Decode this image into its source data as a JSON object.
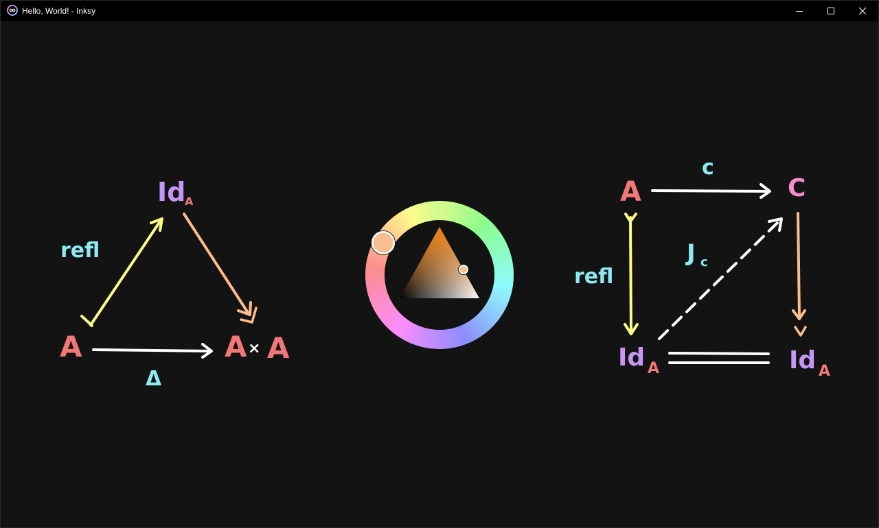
{
  "window": {
    "title": "Hello, World! - Inksy",
    "icons": {
      "app": "inksy-logo-icon",
      "minimize": "minimize-icon",
      "maximize": "maximize-icon",
      "close": "close-icon"
    }
  },
  "colors": {
    "background": "#131313",
    "titlebar": "#000000",
    "object_red": "#f07878",
    "identity_purple": "#c796f5",
    "label_cyan": "#8eeaf2",
    "arrow_yellow": "#fbfb8c",
    "arrow_peach": "#fbbd8c",
    "arrow_white": "#ffffff",
    "object_pink": "#f58ccb"
  },
  "left_diagram": {
    "object_a": "A",
    "identity": "Id",
    "identity_sub": "A",
    "refl_label": "refl",
    "product_left": "A",
    "product_times": "×",
    "product_right": "A",
    "diagonal_label": "Δ"
  },
  "color_picker": {
    "selected_hue_color": "#f7bf90",
    "triangle_apex_color": "#f08010"
  },
  "right_diagram": {
    "object_a": "A",
    "object_c": "C",
    "top_label": "c",
    "refl_label": "refl",
    "j_label": "J",
    "j_sub": "c",
    "identity_left": "Id",
    "identity_left_sub": "A",
    "identity_right": "Id",
    "identity_right_sub": "A"
  }
}
